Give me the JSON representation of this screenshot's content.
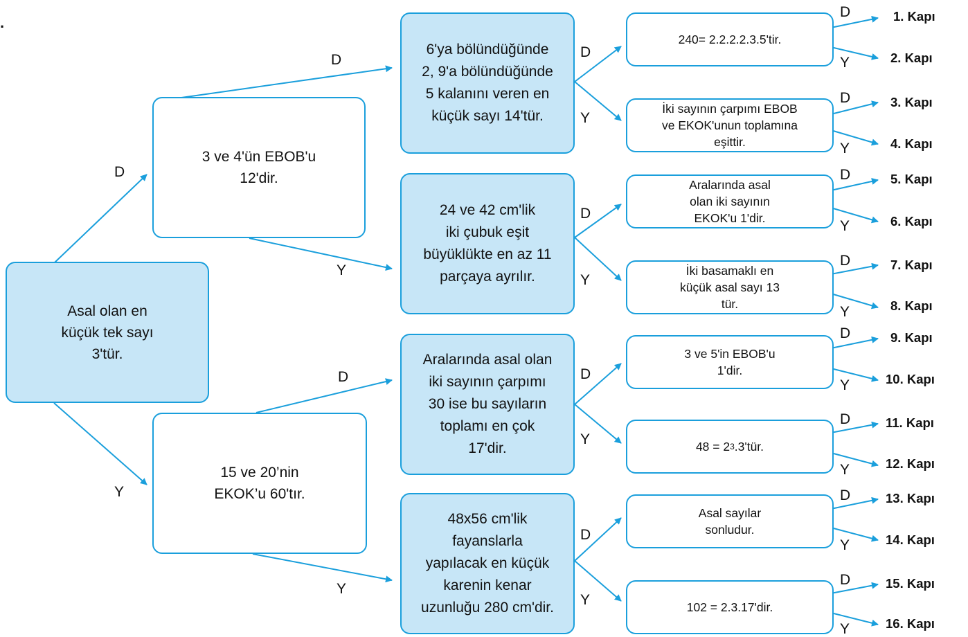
{
  "marker": ".",
  "nodes": {
    "root": "Asal olan en\nküçük tek sayı\n3'tür.",
    "l1_d": "3 ve 4'ün EBOB'u\n12'dir.",
    "l1_y": "15 ve 20’nin\nEKOK’u 60'tır.",
    "l2_dd": "6'ya bölündüğünde\n2, 9'a bölündüğünde\n5 kalanını veren en\nküçük sayı 14'tür.",
    "l2_dy": "24 ve 42 cm'lik\niki çubuk eşit\nbüyüklükte en az 11\nparçaya ayrılır.",
    "l2_yd": "Aralarında asal olan\niki sayının çarpımı\n30 ise bu sayıların\ntoplamı en çok\n17'dir.",
    "l2_yy": "48x56 cm'lik\nfayanslarla\nyapılacak en küçük\nkarenin kenar\nuzunluğu 280 cm'dir.",
    "l3_1": "240= 2.2.2.2.3.5'tir.",
    "l3_2": "İki sayının çarpımı EBOB\nve EKOK'unun toplamına\neşittir.",
    "l3_3": "Aralarında asal\nolan iki sayının\nEKOK'u 1'dir.",
    "l3_4": "İki basamaklı en\nküçük asal sayı 13\ntür.",
    "l3_5": "3 ve 5'in EBOB'u\n1'dir.",
    "l3_6_base": "48 = 2",
    "l3_6_exp": "3",
    "l3_6_rest": ".3'tür.",
    "l3_7": "Asal sayılar\nsonludur.",
    "l3_8": "102 = 2.3.17'dir."
  },
  "labels": {
    "true": "D",
    "false": "Y"
  },
  "gates": [
    "1. Kapı",
    "2. Kapı",
    "3. Kapı",
    "4. Kapı",
    "5. Kapı",
    "6. Kapı",
    "7. Kapı",
    "8. Kapı",
    "9. Kapı",
    "10. Kapı",
    "11. Kapı",
    "12. Kapı",
    "13. Kapı",
    "14. Kapı",
    "15. Kapı",
    "16. Kapı"
  ],
  "colors": {
    "line": "#1a9fdc",
    "node_fill": "#c7e6f7",
    "node_border": "#1a9fdc"
  }
}
